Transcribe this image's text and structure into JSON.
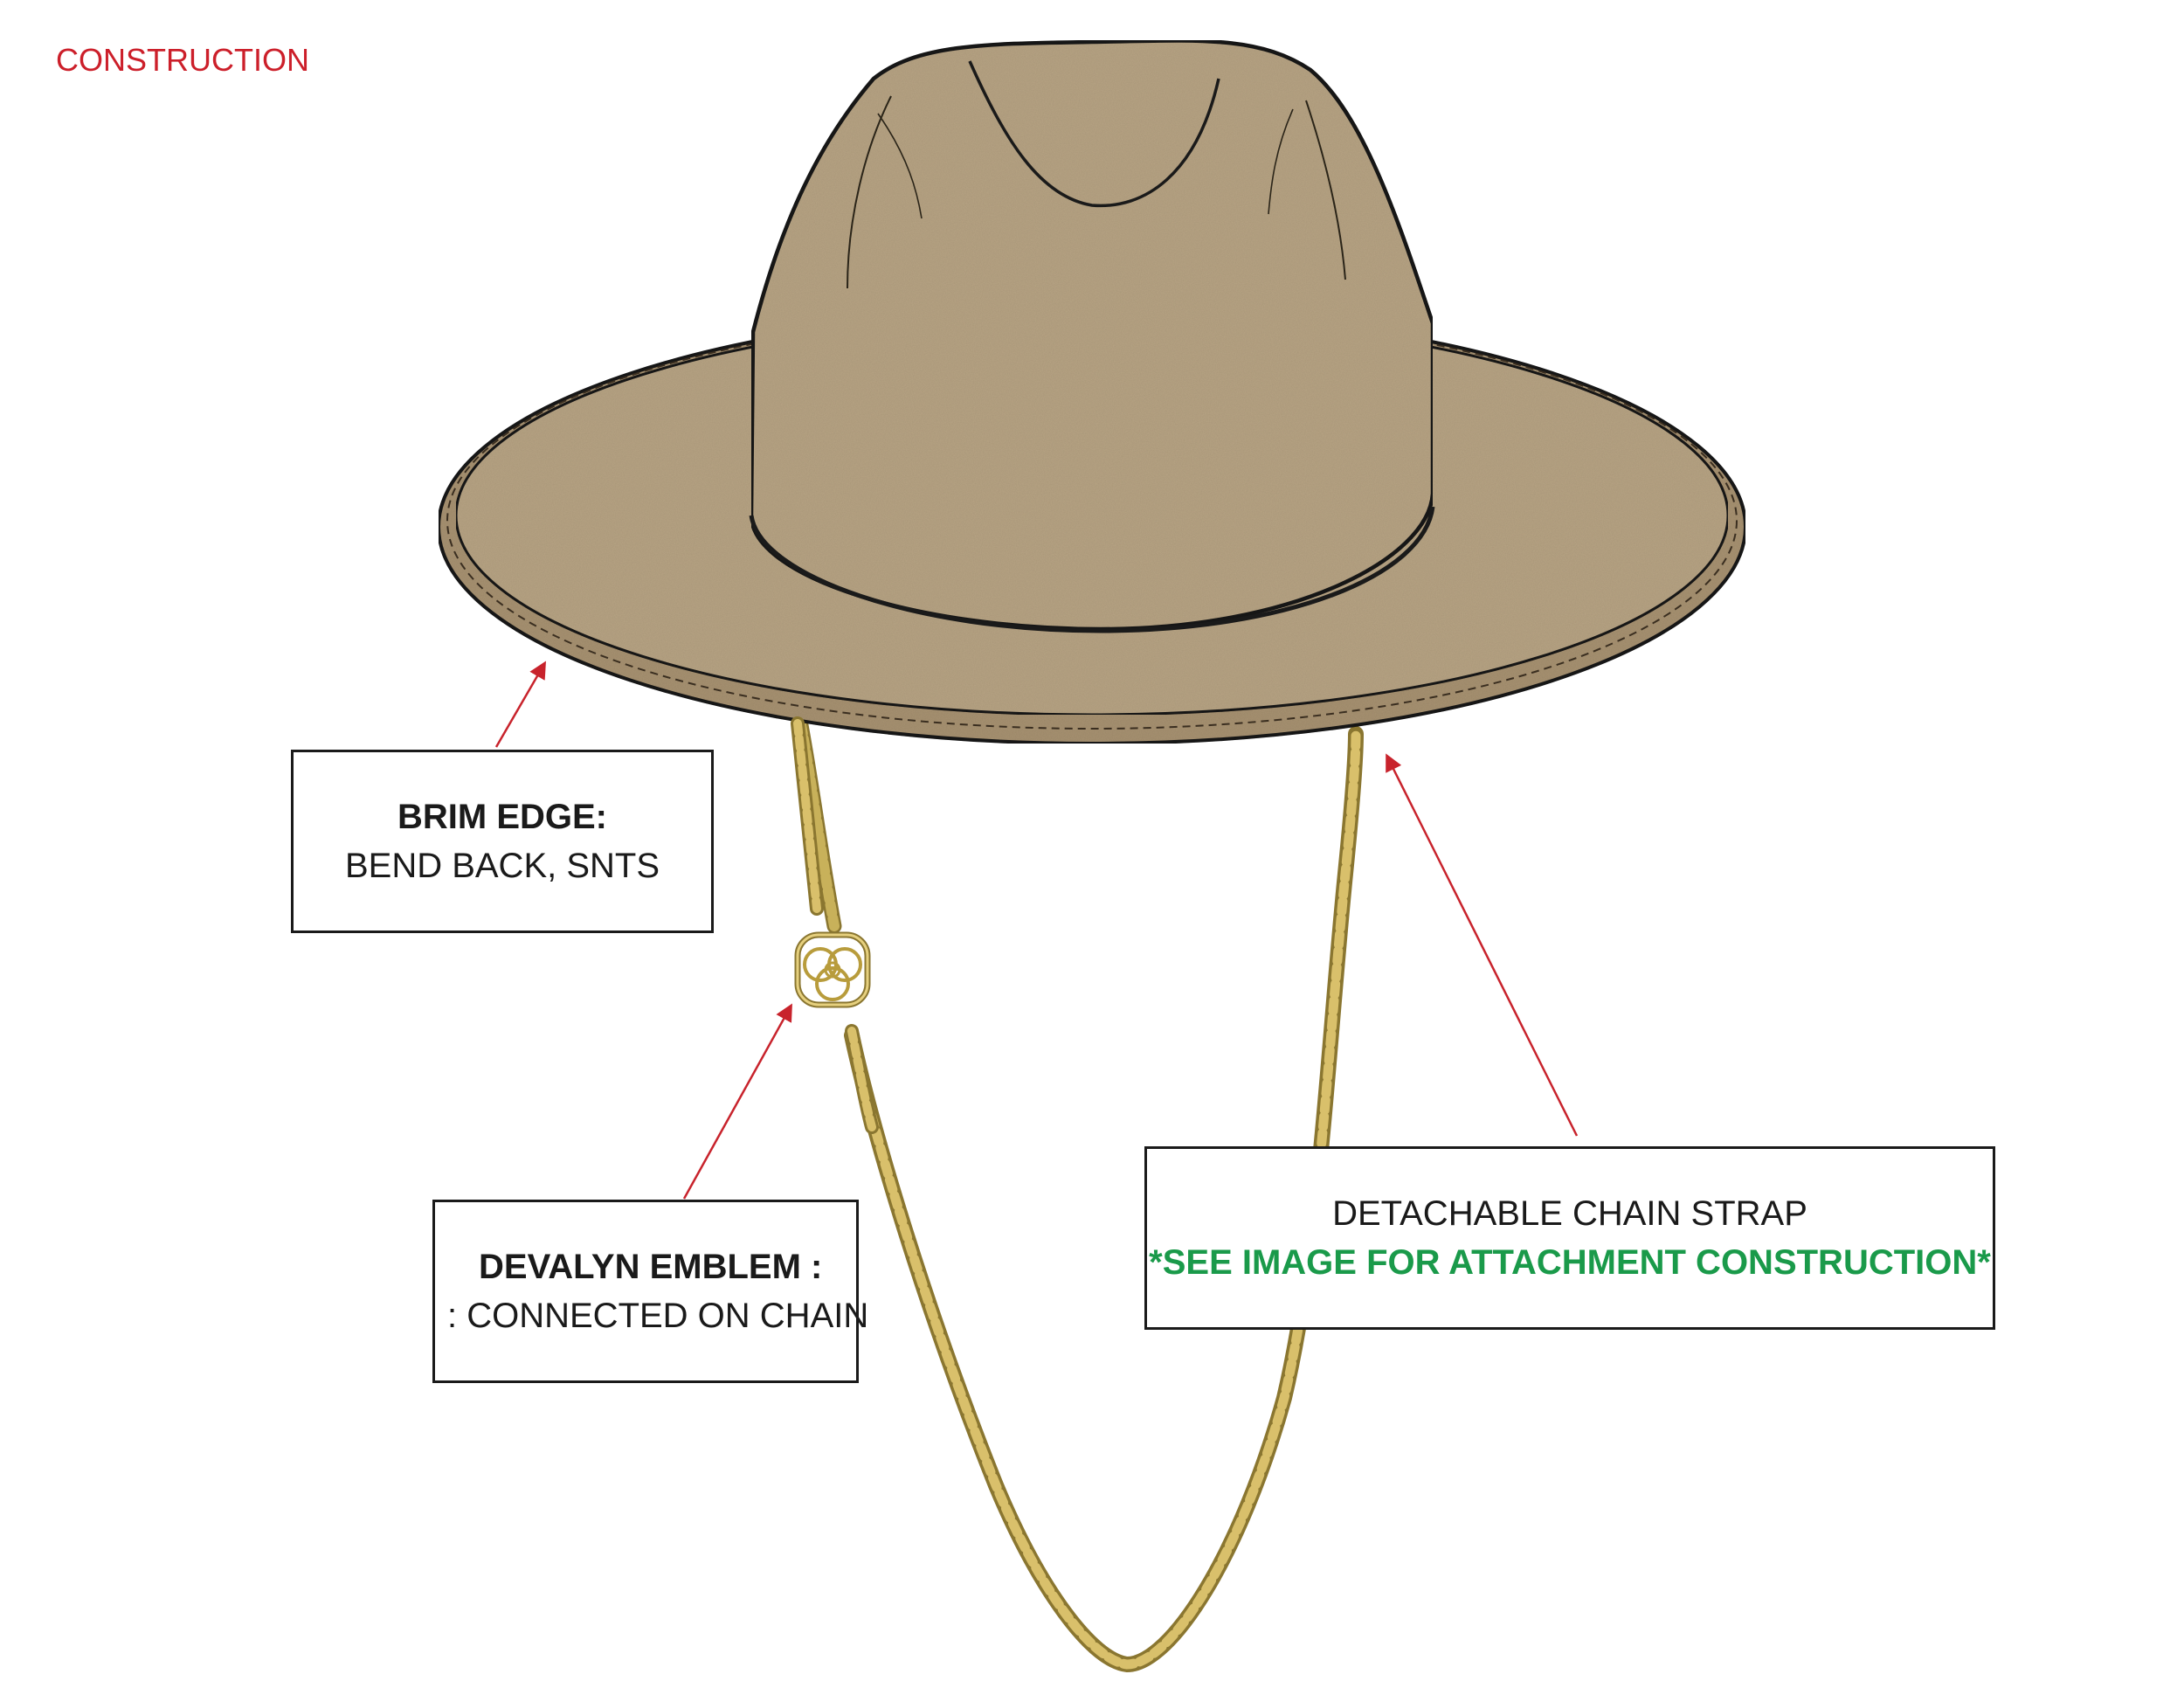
{
  "page": {
    "title": "CONSTRUCTION"
  },
  "colors": {
    "title": "#cc1f2a",
    "arrow": "#c8232c",
    "note": "#1a9a4a",
    "felt": "#b8a484",
    "felt_dark": "#a89372",
    "outline": "#1a1a1a",
    "chain": "#c8b15a",
    "chain_dark": "#8a7630"
  },
  "illustration": {
    "subject": "fedora-hat",
    "accessory": "chain-strap",
    "emblem_icon": "devalyn-emblem-icon"
  },
  "callouts": {
    "brim": {
      "heading": "BRIM EDGE:",
      "body": "BEND BACK, SNTS"
    },
    "emblem": {
      "heading": "DEVALYN EMBLEM  :",
      "body": ": CONNECTED ON CHAIN"
    },
    "chain": {
      "heading": "DETACHABLE CHAIN STRAP",
      "note": "*SEE IMAGE FOR ATTACHMENT CONSTRUCTION*"
    }
  }
}
